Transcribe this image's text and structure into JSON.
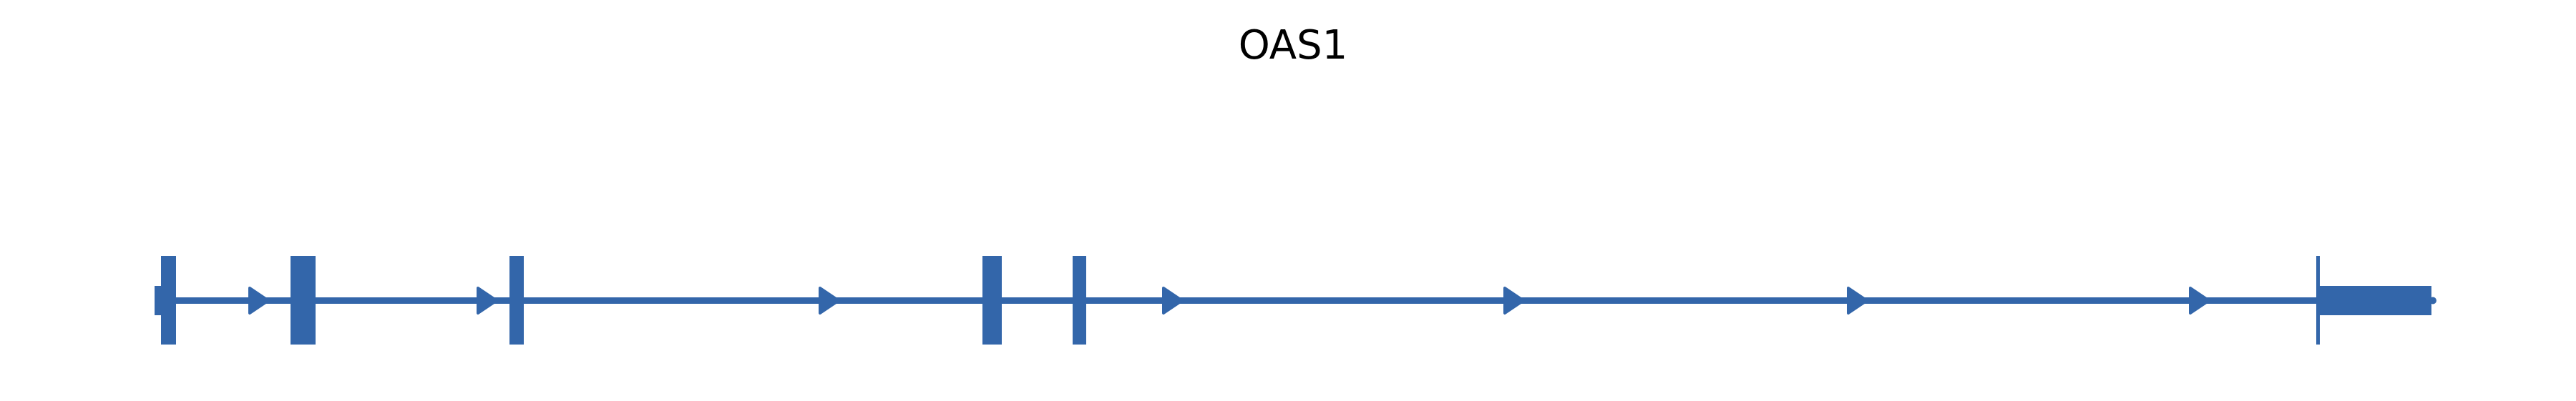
{
  "title": "OAS1",
  "colors": {
    "feature": "#3366aa",
    "background": "#ffffff",
    "text": "#000000"
  },
  "gene": {
    "name": "OAS1",
    "strand": "+",
    "exon_count": 6,
    "intron_arrow_count": 7
  }
}
